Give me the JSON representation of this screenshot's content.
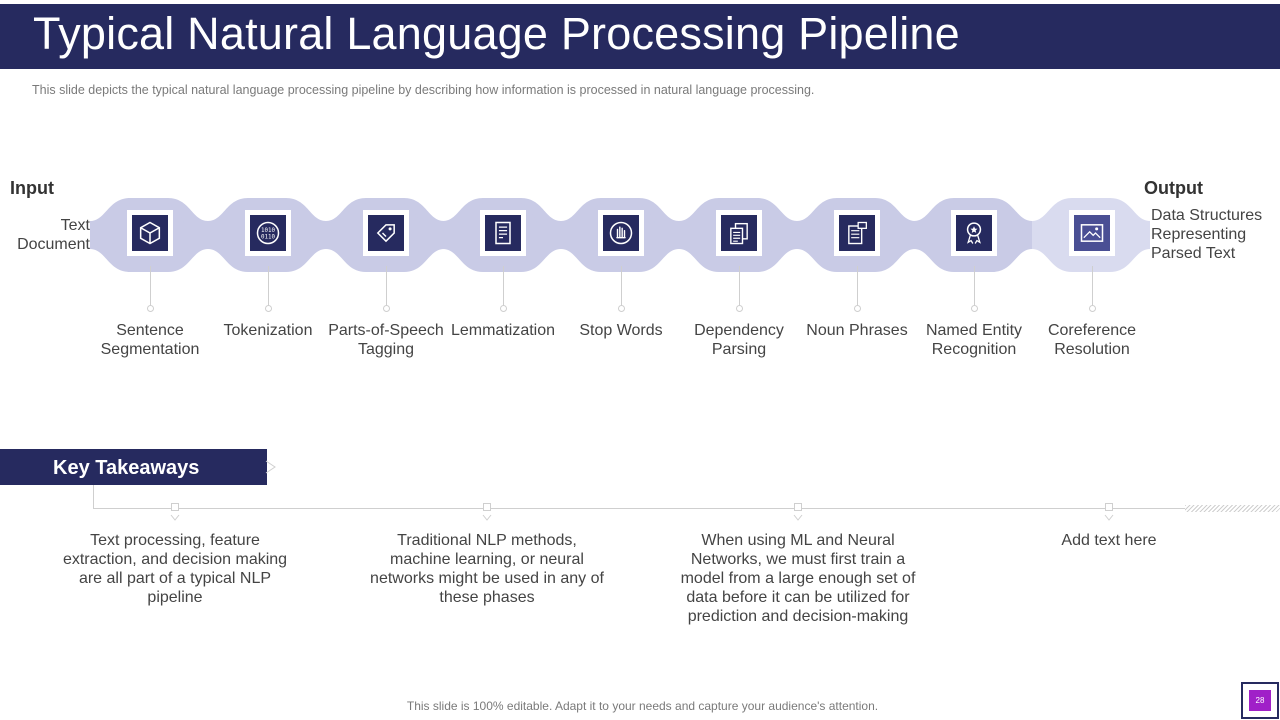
{
  "slide": {
    "title": "Typical Natural Language Processing Pipeline",
    "subtitle": "This slide depicts the typical natural language processing pipeline by describing how information is processed in natural language processing."
  },
  "input": {
    "label": "Input",
    "text": "Text Document"
  },
  "output": {
    "label": "Output",
    "text": "Data Structures Representing Parsed Text"
  },
  "stages": [
    {
      "label": "Sentence Segmentation",
      "icon": "cube-icon"
    },
    {
      "label": "Tokenization",
      "icon": "binary-code-icon"
    },
    {
      "label": "Parts-of-Speech Tagging",
      "icon": "tag-icon"
    },
    {
      "label": "Lemmatization",
      "icon": "document-icon"
    },
    {
      "label": "Stop Words",
      "icon": "hand-stop-icon"
    },
    {
      "label": "Dependency Parsing",
      "icon": "stacked-documents-icon"
    },
    {
      "label": "Noun Phrases",
      "icon": "document-chat-icon"
    },
    {
      "label": "Named Entity Recognition",
      "icon": "award-badge-icon"
    },
    {
      "label": "Coreference Resolution",
      "icon": "image-resize-icon"
    }
  ],
  "key_takeaways": {
    "heading": "Key Takeaways",
    "items": [
      "Text processing, feature extraction, and decision making are all part of a typical NLP pipeline",
      "Traditional NLP methods, machine learning, or neural networks might be used in any of these phases",
      "When using ML and Neural Networks, we must first train a model from a large enough set of data before it can be utilized for prediction and decision-making",
      "Add text here"
    ]
  },
  "footer": "This slide is 100% editable. Adapt it to your needs and capture your audience's attention.",
  "page_number": "28",
  "colors": {
    "primary": "#262a5f",
    "stage_fill": "#c9cbe6",
    "accent": "#a020c8"
  }
}
